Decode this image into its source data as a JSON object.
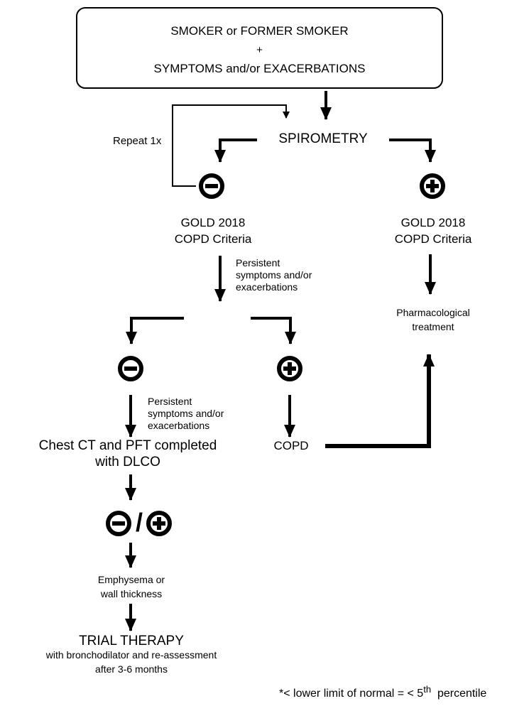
{
  "top_box": {
    "line1": "SMOKER or FORMER SMOKER",
    "line2": "+",
    "line3": "SYMPTOMS and/or EXACERBATIONS"
  },
  "repeat_label": "Repeat 1x",
  "spirometry": "SPIROMETRY",
  "left_branch": {
    "criteria_line1": "GOLD 2018",
    "criteria_line2": "COPD Criteria",
    "persistent_1": "Persistent",
    "persistent_2": "symptoms and/or",
    "persistent_3": "exacerbations"
  },
  "right_branch": {
    "criteria_line1": "GOLD 2018",
    "criteria_line2": "COPD Criteria",
    "treatment_1": "Pharmacological",
    "treatment_2": "treatment"
  },
  "lower_left": {
    "persistent_1": "Persistent",
    "persistent_2": "symptoms and/or",
    "persistent_3": "exacerbations",
    "ct_line1": "Chest CT and PFT completed",
    "ct_line2": "with DLCO",
    "emph_line1": "Emphysema or",
    "emph_line2": "wall thickness",
    "trial_line1": "TRIAL THERAPY",
    "trial_line2": "with bronchodilator and re-assessment",
    "trial_line3": "after 3-6 months"
  },
  "copd": "COPD",
  "slash": "/",
  "footnote": {
    "prefix": "*< lower limit of normal = < 5",
    "sup": "th",
    "suffix": "  percentile"
  },
  "symbols": {
    "negative": "minus-circle-icon",
    "positive": "plus-circle-icon"
  }
}
